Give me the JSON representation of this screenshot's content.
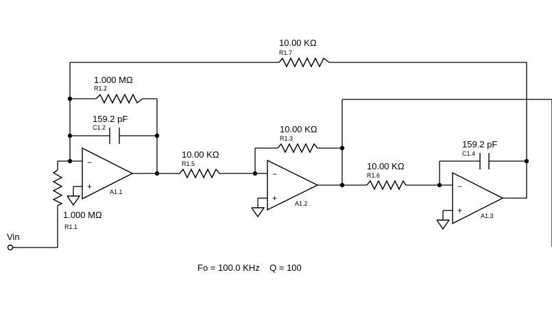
{
  "input": {
    "label": "Vin"
  },
  "resistors": [
    {
      "ref": "R1.1",
      "value": "1.000 MΩ"
    },
    {
      "ref": "R1.2",
      "value": "1.000 MΩ"
    },
    {
      "ref": "R1.3",
      "value": "10.00 KΩ"
    },
    {
      "ref": "R1.5",
      "value": "10.00 KΩ"
    },
    {
      "ref": "R1.6",
      "value": "10.00 KΩ"
    },
    {
      "ref": "R1.7",
      "value": "10.00 KΩ"
    }
  ],
  "capacitors": [
    {
      "ref": "C1.2",
      "value": "159.2 pF"
    },
    {
      "ref": "C1.4",
      "value": "159.2 pF"
    }
  ],
  "opamps": [
    {
      "ref": "A1.1",
      "minus": "−",
      "plus": "+"
    },
    {
      "ref": "A1.2",
      "minus": "−",
      "plus": "+"
    },
    {
      "ref": "A1.3",
      "minus": "−",
      "plus": "+"
    }
  ],
  "footer": {
    "text": "Fo = 100.0 KHz    Q = 100"
  }
}
